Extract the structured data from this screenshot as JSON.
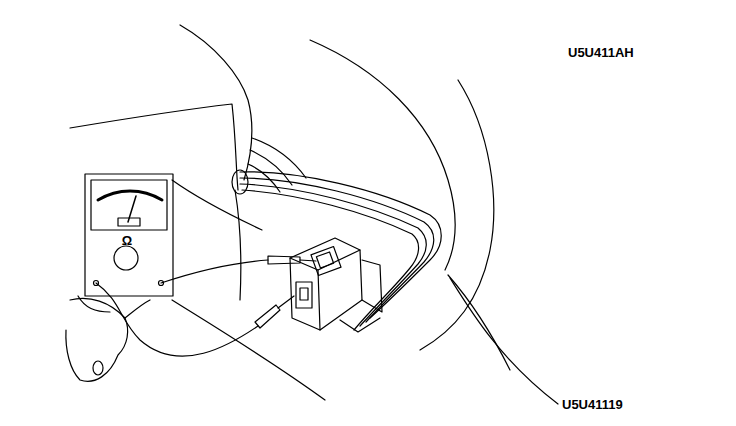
{
  "diagram": {
    "labels": [
      "U5U411AH",
      "Ω",
      "U5U41119"
    ]
  }
}
